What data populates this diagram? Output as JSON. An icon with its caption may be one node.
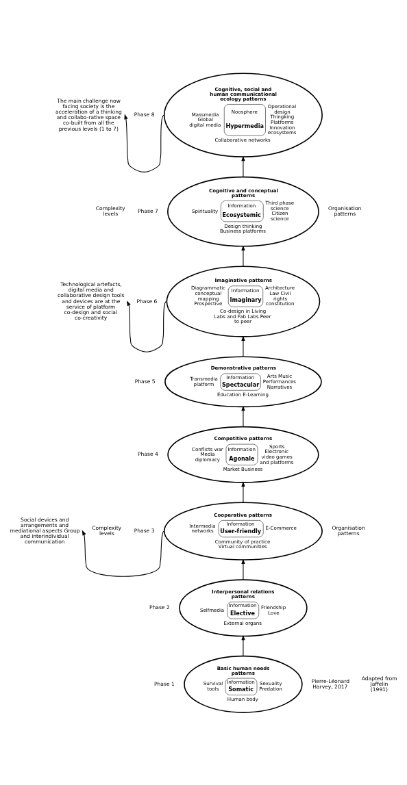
{
  "diagram": {
    "nodes": [
      {
        "text": [
          "Cognitive, social and human communicational ecology patterns",
          "Massmedia Global digital media",
          "Noosphere",
          "Hypermedia",
          "Operational design Thingking Platforms Innovation ecosystems",
          "Collaborative networks"
        ],
        "beside": [
          "Phase 8"
        ]
      },
      {
        "text": [
          "Cognitive and conceptual patterns",
          "Spirituality",
          "Information",
          "Ecosystemic",
          "Third phase science Citizen science",
          "Design thinking Business platforms"
        ],
        "beside": [
          "Phase 7"
        ]
      },
      {
        "text": [
          "Imaginative patterns",
          "Diagrammatic conceptual mapping Prospective",
          "Information",
          "Imaginary",
          "Architecture Law Civil rights constitution",
          "Co-design in Living Labs and Fab Labs Peer to peer"
        ],
        "beside": [
          "Phase 6"
        ]
      },
      {
        "text": [
          "Demonstrative patterns",
          "Transmedia platform",
          "Information",
          "Spectacular",
          "Arts Music Performances Narratives",
          "Education E-Learning"
        ],
        "beside": [
          "Phase 5"
        ]
      },
      {
        "text": [
          "Competitive patterns",
          "Conflicts war Media diplomacy",
          "Information",
          "Agonale",
          "Sports Electronic video games and platforms",
          "Market Business"
        ],
        "beside": [
          "Phase 4"
        ]
      },
      {
        "text": [
          "Cooperative patterns",
          "Intermedia networks",
          "Information",
          "User-friendly",
          "E-Commerce",
          "Community of practice Virtual communities"
        ],
        "beside": [
          "Phase 3"
        ]
      },
      {
        "text": [
          "Interpersonal relations patterns",
          "Selfmedia",
          "Information",
          "Elective",
          "Friendship Love",
          "External organs"
        ],
        "beside": [
          "Phase 2"
        ]
      },
      {
        "text": [
          "Basic human needs patterns",
          "Survival tools",
          "Information",
          "Somatic",
          "Sexuality Predation",
          "Human body"
        ],
        "beside": [
          "Phase 1"
        ]
      },
      {
        "text": [
          "The main challenge now facing society is the acceleration of a thinking and collabo-rative space co-built from all the previous levels (1 to 7)"
        ]
      },
      {
        "text": [
          "Technological artefacts, digital media and collaborative design tools and devices are at the service of platform co-design and social co-creativity"
        ]
      },
      {
        "text": [
          "Social devices and arrangements and mediational aspects Group and interindividual communication"
        ]
      }
    ],
    "edges": [
      {
        "from": 7,
        "to": 6,
        "arrow": "to"
      },
      {
        "from": 6,
        "to": 5,
        "arrow": "to"
      },
      {
        "from": 5,
        "to": 4,
        "arrow": "to"
      },
      {
        "from": 4,
        "to": 3,
        "arrow": "to"
      },
      {
        "from": 3,
        "to": 2,
        "arrow": "to"
      },
      {
        "from": 2,
        "to": 1,
        "arrow": "to"
      },
      {
        "from": 1,
        "to": 0,
        "arrow": "to"
      },
      {
        "from": 0,
        "to": 8,
        "arrow": "to"
      },
      {
        "from": 2,
        "to": 9,
        "arrow": "to"
      },
      {
        "from": 5,
        "to": 10,
        "arrow": "to"
      }
    ],
    "labels": [
      "Complexity levels",
      "Organisation patterns",
      "Complexity levels",
      "Organisation patterns",
      "Pierre-Léonard Harvey, 2017",
      "Adapted from Jaffelin (1991)"
    ]
  }
}
